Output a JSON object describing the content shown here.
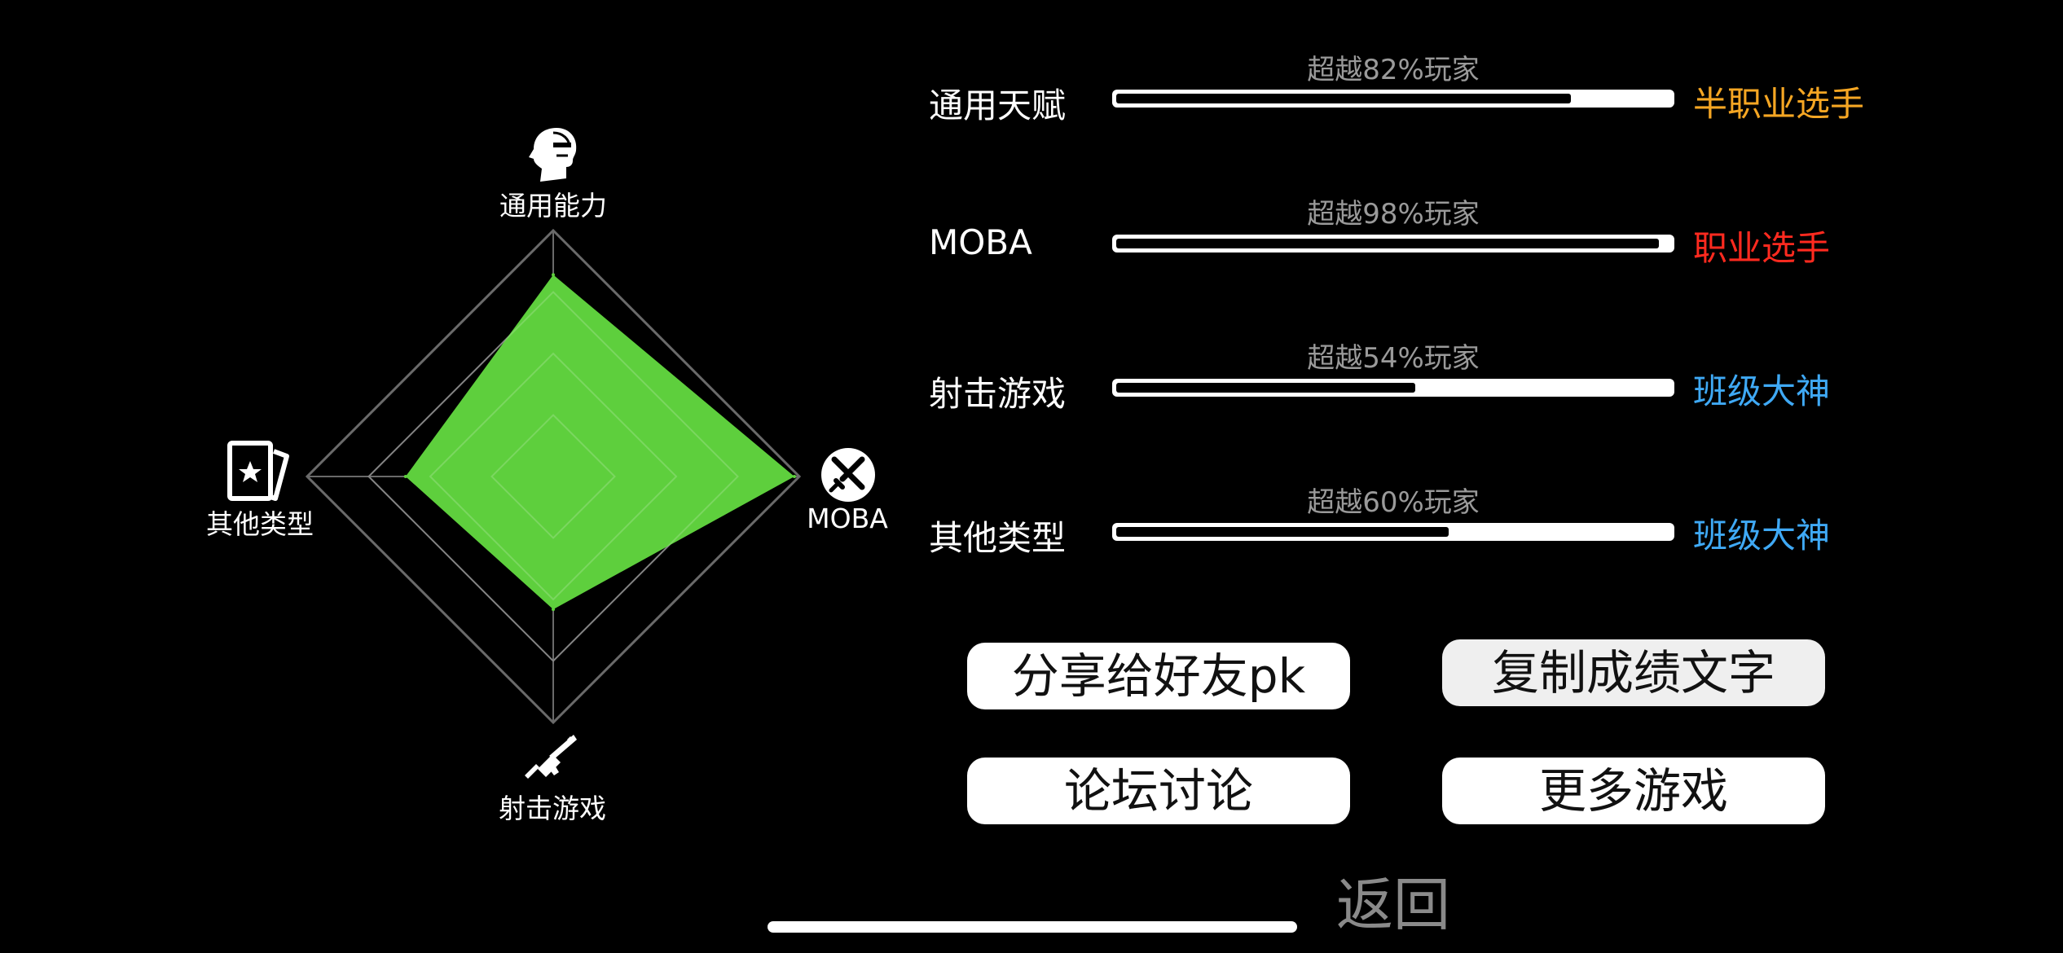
{
  "chart_data": {
    "type": "radar",
    "axes": [
      {
        "key": "top",
        "label": "通用能力",
        "icon": "human-head-icon",
        "value": 0.82
      },
      {
        "key": "right",
        "label": "MOBA",
        "icon": "crossed-swords-icon",
        "value": 0.98
      },
      {
        "key": "bottom",
        "label": "射击游戏",
        "icon": "rifle-icon",
        "value": 0.54
      },
      {
        "key": "left",
        "label": "其他类型",
        "icon": "star-card-icon",
        "value": 0.6
      }
    ],
    "range": [
      0,
      1
    ],
    "grid_levels": 4,
    "fill_color": "#5ecf3d",
    "grid_color": "#6a6a6a"
  },
  "stats": [
    {
      "category": "通用天赋",
      "percentile_text": "超越82%玩家",
      "percentile": 0.82,
      "rank": "半职业选手",
      "rank_color": "#f5a623"
    },
    {
      "category": "MOBA",
      "percentile_text": "超越98%玩家",
      "percentile": 0.98,
      "rank": "职业选手",
      "rank_color": "#ff2a1f"
    },
    {
      "category": "射击游戏",
      "percentile_text": "超越54%玩家",
      "percentile": 0.54,
      "rank": "班级大神",
      "rank_color": "#3fa9f5"
    },
    {
      "category": "其他类型",
      "percentile_text": "超越60%玩家",
      "percentile": 0.6,
      "rank": "班级大神",
      "rank_color": "#3fa9f5"
    }
  ],
  "buttons": {
    "share": "分享给好友pk",
    "copy": "复制成绩文字",
    "forum": "论坛讨论",
    "more": "更多游戏",
    "back": "返回"
  }
}
